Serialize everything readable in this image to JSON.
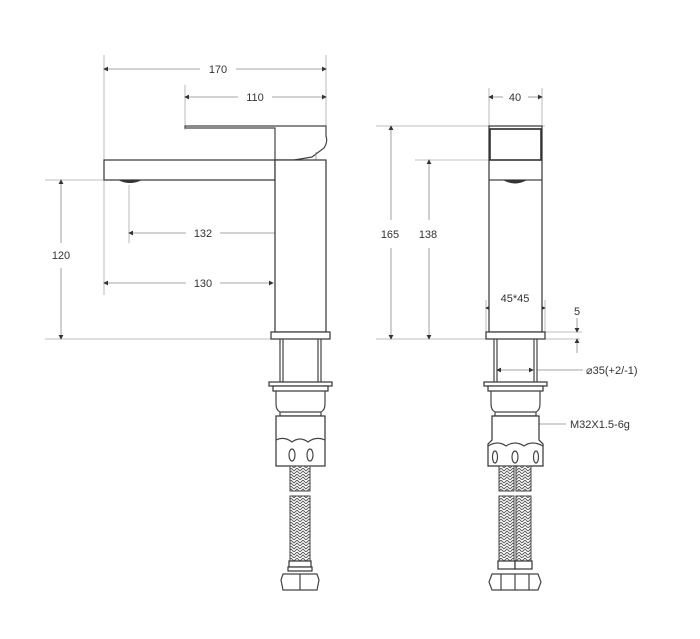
{
  "diagram": {
    "type": "technical-drawing",
    "subject": "single-lever basin faucet",
    "views": [
      {
        "name": "side-view",
        "dimensions": {
          "overall_length": "170",
          "handle_length": "110",
          "spout_height": "120",
          "spout_reach_center": "132",
          "spout_reach": "130"
        }
      },
      {
        "name": "front-view",
        "dimensions": {
          "body_width": "40",
          "overall_height": "165",
          "spout_outlet_height": "138",
          "base_size": "45*45",
          "base_thickness": "5",
          "mounting_hole": "⌀35(+2/-1)",
          "thread": "M32X1.5-6g"
        }
      }
    ]
  },
  "colors": {
    "line": "#444444",
    "dimension": "#888888",
    "background": "#ffffff"
  }
}
